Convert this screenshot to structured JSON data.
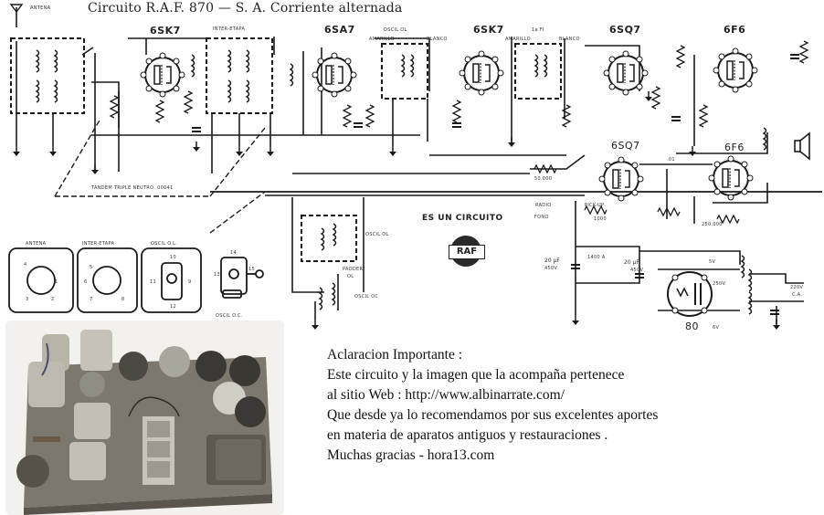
{
  "title": "Circuito R.A.F. 870 — S. A. Corriente alternada",
  "tubes": [
    {
      "id": "v1",
      "label": "6SK7"
    },
    {
      "id": "v2",
      "label": "6SA7"
    },
    {
      "id": "v3",
      "label": "6SK7"
    },
    {
      "id": "v4",
      "label": "6SQ7"
    },
    {
      "id": "v5",
      "label": "6F6"
    },
    {
      "id": "v6",
      "label": "6SQ7"
    },
    {
      "id": "v7",
      "label": "6F6"
    },
    {
      "id": "rect",
      "label": "80"
    }
  ],
  "labels": {
    "antena": "ANTENA",
    "inter_etapa": "INTER-ETAPA",
    "osc_ol_top": "OSCIL OL",
    "fi_label": "1a FI",
    "amarillo_1": "AMARILLO",
    "blanco_1": "BLANCO",
    "amarillo_2": "AMARILLO",
    "blanco_2": "BLANCO",
    "tandem": "TANDEM TRIPLE NEUTRO  .00041",
    "osc_ol_mid": "OSCIL OL",
    "padder": "PADDER",
    "padder_ol": "OL",
    "osc_oc": "OSCIL OC",
    "radio": "RADIO",
    "fono": "FONO",
    "pickup": "PICK-UP",
    "choke": "1400 A",
    "cap1": "20 µF",
    "cap1_v": "450V",
    "cap2": "20 µF",
    "cap2_v": "450V",
    "v5": "5V",
    "v250": "250V",
    "v6_3": "6V",
    "mains": "220V",
    "mains_ca": "C.A.",
    "cap_01": ".01",
    "r_250000": "250.000",
    "r_1000": "1000",
    "r_50000": "50.000"
  },
  "coil_panels": {
    "panel1": {
      "title": "ANTENA",
      "pins": [
        "4",
        "1",
        "3",
        "2"
      ]
    },
    "panel2": {
      "title": "INTER-ETAPA",
      "pins": [
        "5",
        "6",
        "7",
        "8"
      ]
    },
    "panel3": {
      "title": "OSCIL O.L.",
      "pins": [
        "10",
        "11",
        "12",
        "9"
      ]
    },
    "panel4": {
      "title": "OSCIL O.C.",
      "pins": [
        "14",
        "13",
        "15"
      ]
    }
  },
  "logo": {
    "caption": "ES UN CIRCUITO",
    "text": "RAF"
  },
  "note": {
    "lines": [
      "Aclaracion Importante :",
      "Este circuito y la imagen que la acompaña pertenece",
      "al sitio Web : http://www.albinarrate.com/",
      "Que desde ya lo recomendamos por sus excelentes aportes",
      "en materia de aparatos antiguos y restauraciones .",
      "Muchas gracias - hora13.com"
    ]
  },
  "photo": {
    "description": "chassis-photo"
  },
  "colors": {
    "ink": "#1a1a1a",
    "paper": "#ffffff",
    "chassis": "#7d786e"
  }
}
